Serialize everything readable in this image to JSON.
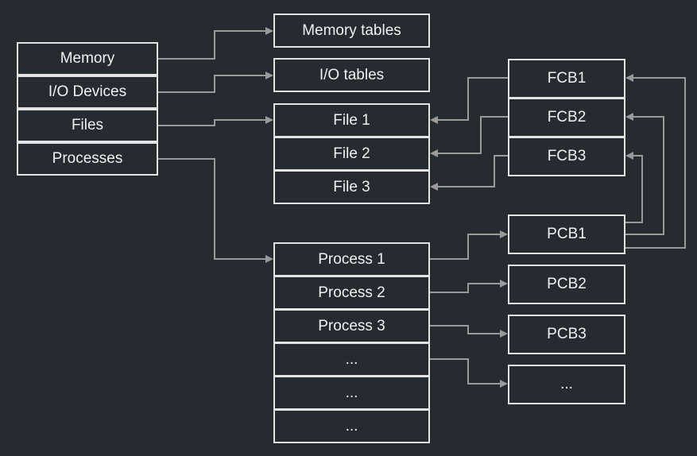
{
  "resources": [
    "Memory",
    "I/O Devices",
    "Files",
    "Processes"
  ],
  "memory_tables": "Memory tables",
  "io_tables": "I/O tables",
  "files": [
    "File 1",
    "File 2",
    "File 3"
  ],
  "fcbs": [
    "FCB1",
    "FCB2",
    "FCB3"
  ],
  "processes": [
    "Process 1",
    "Process 2",
    "Process 3",
    "...",
    "...",
    "..."
  ],
  "pcbs": [
    "PCB1",
    "PCB2",
    "PCB3",
    "..."
  ],
  "colors": {
    "background": "#262a31",
    "box_border": "#e4e4e4",
    "text": "#f2f2f2",
    "connector": "#9a9a9a"
  }
}
